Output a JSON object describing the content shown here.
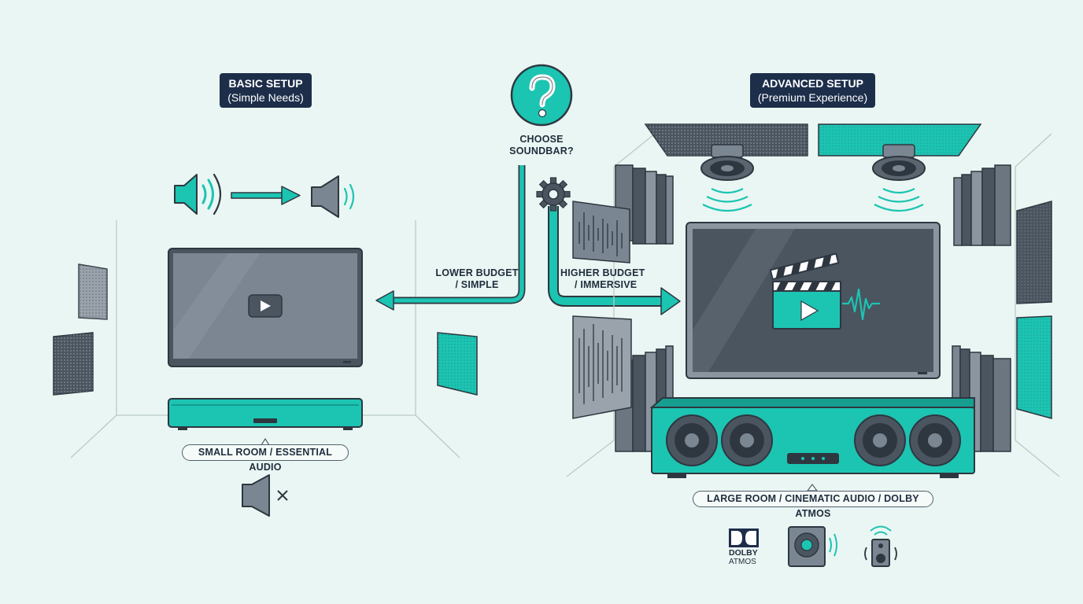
{
  "basic": {
    "title": "BASIC SETUP",
    "subtitle": "(Simple Needs)",
    "room_label": "SMALL ROOM / ESSENTIAL AUDIO"
  },
  "advanced": {
    "title": "ADVANCED SETUP",
    "subtitle": "(Premium Experience)",
    "room_label": "LARGE ROOM / CINEMATIC AUDIO / DOLBY ATMOS"
  },
  "decision": {
    "question_line1": "CHOOSE",
    "question_line2": "SOUNDBAR?",
    "left_line1": "LOWER BUDGET",
    "left_line2": "/ SIMPLE",
    "right_line1": "HIGHER BUDGET",
    "right_line2": "/ IMMERSIVE"
  },
  "dolby": {
    "line1": "DOLBY",
    "line2": "ATMOS"
  },
  "icons": [
    "speaker-loud-icon",
    "speaker-quiet-icon",
    "mute-icon",
    "question-mark-icon",
    "gear-icon",
    "play-icon",
    "clapperboard-icon",
    "waveform-icon",
    "dolby-logo-icon",
    "subwoofer-icon",
    "wireless-speaker-icon"
  ],
  "colors": {
    "background": "#eaf6f3",
    "accent_teal": "#1cc4b2",
    "navy": "#1d2e4a",
    "dark_gray": "#4a5560",
    "mid_gray": "#7a8691",
    "screen_gray": "#6f7a85"
  }
}
